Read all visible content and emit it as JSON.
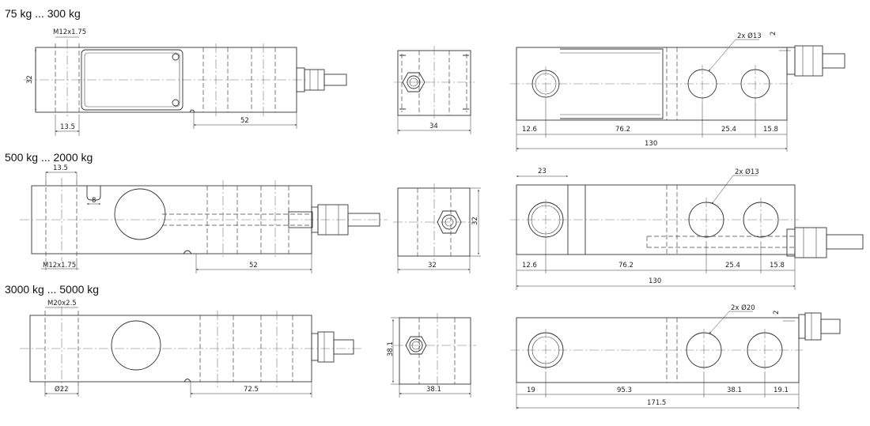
{
  "headers": {
    "range1": "75 kg ... 300 kg",
    "range2": "500 kg ... 2000 kg",
    "range3": "3000 kg ... 5000 kg"
  },
  "row1": {
    "side": {
      "thread": "M12x1.75",
      "height": "32",
      "offset": "13.5",
      "length": "52"
    },
    "end": {
      "width": "34"
    },
    "top": {
      "holes": "2x Ø13",
      "gap": "2",
      "d1": "12.6",
      "d2": "76.2",
      "d3": "25.4",
      "d4": "15.8",
      "total": "130"
    }
  },
  "row2": {
    "side": {
      "offset": "13.5",
      "slot": "8",
      "thread": "M12x1.75",
      "length": "52"
    },
    "end": {
      "width": "32",
      "height": "32"
    },
    "top": {
      "left": "23",
      "holes": "2x Ø13",
      "d1": "12.6",
      "d2": "76.2",
      "d3": "25.4",
      "d4": "15.8",
      "total": "130"
    }
  },
  "row3": {
    "side": {
      "thread": "M20x2.5",
      "bore": "Ø22",
      "length": "72.5"
    },
    "end": {
      "height": "38.1",
      "width": "38.1"
    },
    "top": {
      "holes": "2x Ø20",
      "gap": "2",
      "d1": "19",
      "d2": "95.3",
      "d3": "38.1",
      "d4": "19.1",
      "total": "171.5"
    }
  }
}
